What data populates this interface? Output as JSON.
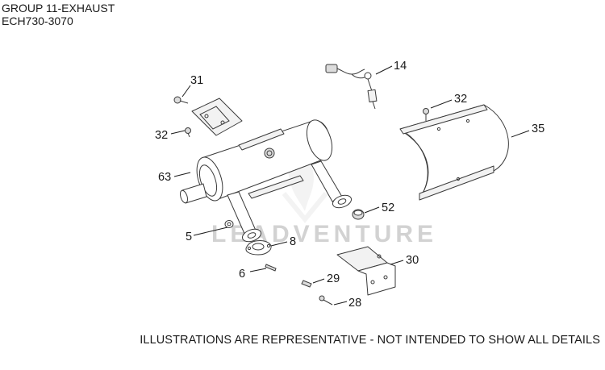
{
  "header": {
    "group": "GROUP 11-EXHAUST",
    "model": "ECH730-3070"
  },
  "footer": {
    "note": "ILLUSTRATIONS ARE REPRESENTATIVE - NOT INTENDED TO SHOW ALL DETAILS"
  },
  "watermark": {
    "text": "LEADVENTURE"
  },
  "callouts": {
    "c14": "14",
    "c31": "31",
    "c32a": "32",
    "c32b": "32",
    "c35": "35",
    "c63": "63",
    "c52": "52",
    "c5": "5",
    "c8": "8",
    "c30": "30",
    "c6": "6",
    "c29": "29",
    "c28": "28"
  }
}
